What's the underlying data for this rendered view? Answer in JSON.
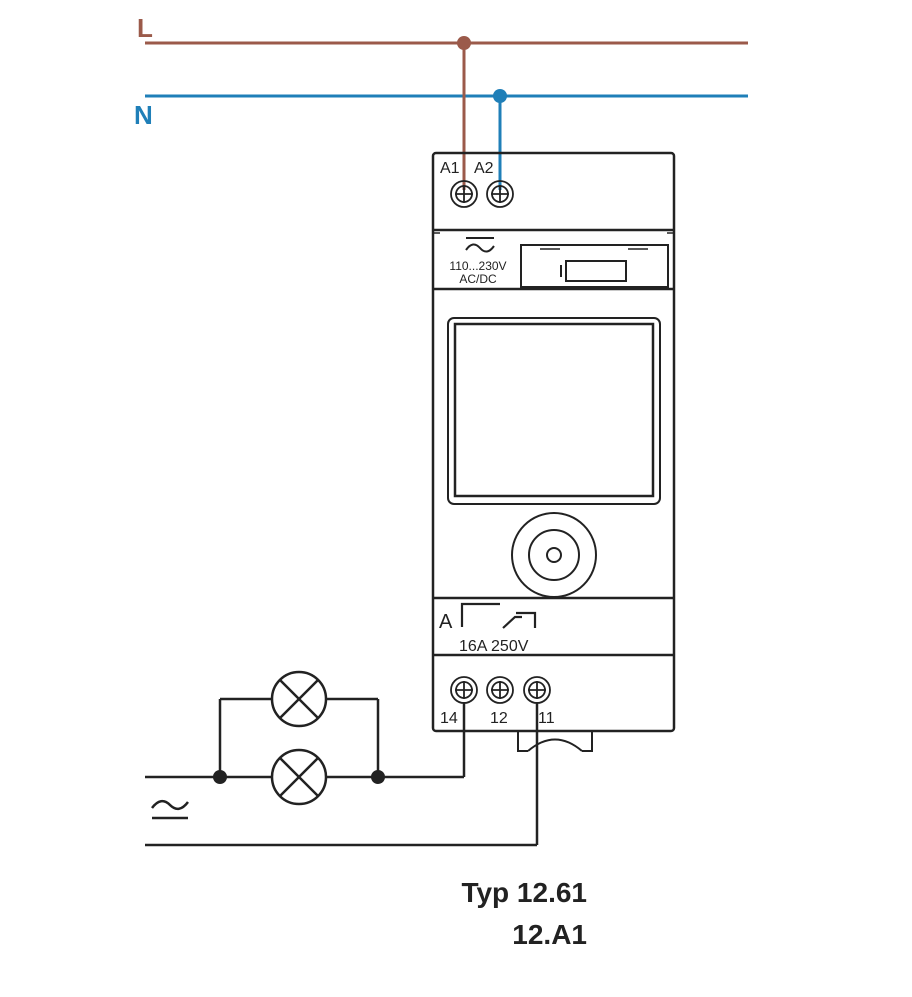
{
  "lines": {
    "L": {
      "label": "L",
      "color": "#9b5a4a"
    },
    "N": {
      "label": "N",
      "color": "#1f7fb8"
    }
  },
  "device": {
    "coil_terminals": {
      "a1": "A1",
      "a2": "A2"
    },
    "supply": {
      "voltage": "110...230V",
      "type": "AC/DC"
    },
    "contact": {
      "label": "A",
      "rating": "16A 250V"
    },
    "output_terminals": {
      "t14": "14",
      "t12": "12",
      "t11": "11"
    }
  },
  "caption": {
    "line1": "Typ 12.61",
    "line2": "12.A1"
  },
  "colors": {
    "wire": "#222222",
    "device_stroke": "#222222"
  }
}
